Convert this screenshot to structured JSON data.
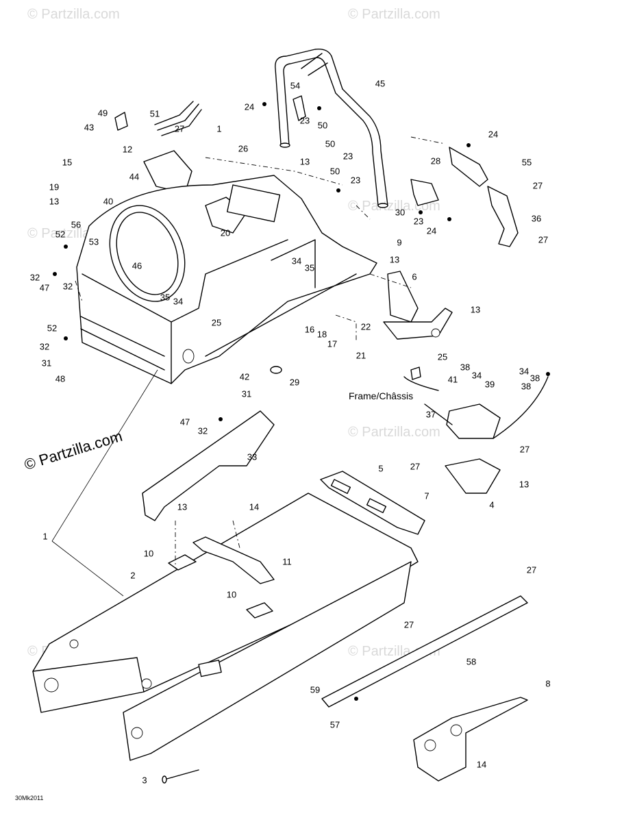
{
  "copyright": "© Partzilla.com",
  "frame_label": "Frame/Châssis",
  "reference_code": "30Mk2011",
  "watermarks": [
    "© Partzilla.com",
    "© Partzilla.com",
    "© Partzilla.com",
    "© Partzilla.com",
    "© Partzilla.com",
    "© Partzilla.com",
    "© Partzilla.com"
  ],
  "callouts": [
    "49",
    "43",
    "51",
    "12",
    "44",
    "15",
    "19",
    "13",
    "40",
    "56",
    "52",
    "53",
    "46",
    "32",
    "47",
    "32",
    "35",
    "34",
    "52",
    "32",
    "31",
    "48",
    "25",
    "27",
    "1",
    "26",
    "20",
    "24",
    "54",
    "23",
    "50",
    "45",
    "50",
    "23",
    "13",
    "50",
    "23",
    "24",
    "28",
    "55",
    "27",
    "30",
    "23",
    "24",
    "36",
    "27",
    "9",
    "34",
    "35",
    "13",
    "6",
    "13",
    "22",
    "16",
    "18",
    "17",
    "21",
    "42",
    "29",
    "25",
    "38",
    "34",
    "41",
    "39",
    "34",
    "38",
    "38",
    "31",
    "47",
    "32",
    "37",
    "27",
    "33",
    "5",
    "27",
    "7",
    "13",
    "4",
    "13",
    "14",
    "1",
    "10",
    "11",
    "2",
    "10",
    "27",
    "27",
    "58",
    "8",
    "59",
    "57",
    "14",
    "3"
  ]
}
